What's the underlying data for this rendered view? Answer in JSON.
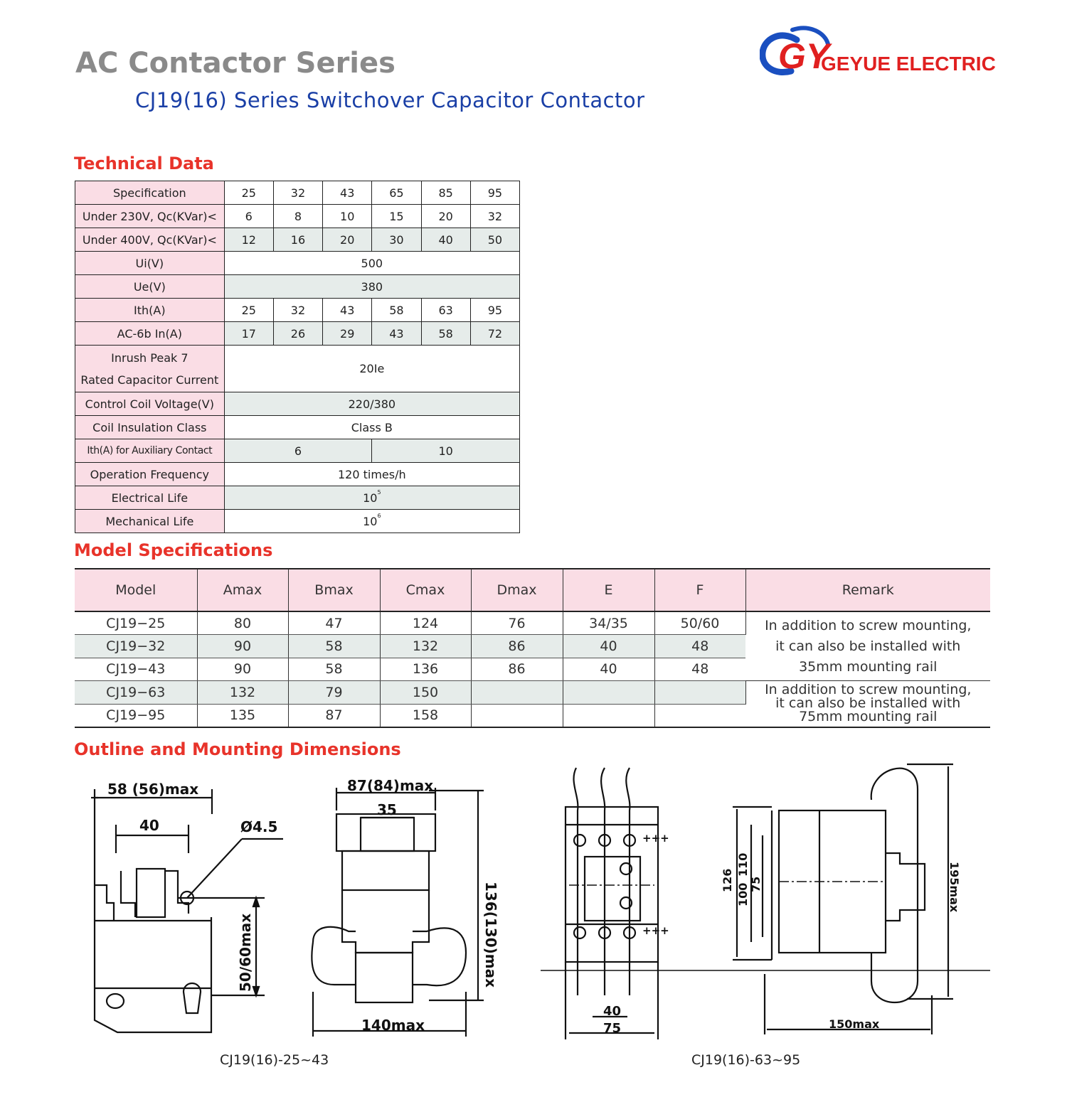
{
  "header": {
    "title": "AC Contactor Series",
    "subtitle": "CJ19(16) Series Switchover Capacitor Contactor",
    "brand_mark": "GY",
    "brand_name": "GEYUE ELECTRIC"
  },
  "colors": {
    "accent_red": "#e8332a",
    "title_gray": "#8a8a8a",
    "subtitle_blue": "#1a3fa6",
    "label_pink": "#fadde5",
    "row_shade": "#e6ecea"
  },
  "technical_data": {
    "heading": "Technical Data",
    "rows": {
      "spec": {
        "label": "Specification",
        "values": [
          "25",
          "32",
          "43",
          "65",
          "85",
          "95"
        ]
      },
      "q230": {
        "label": "Under 230V, Qc(KVar)<",
        "values": [
          "6",
          "8",
          "10",
          "15",
          "20",
          "32"
        ]
      },
      "q400": {
        "label": "Under 400V, Qc(KVar)<",
        "values": [
          "12",
          "16",
          "20",
          "30",
          "40",
          "50"
        ]
      },
      "ui": {
        "label": "Ui(V)",
        "value": "500"
      },
      "ue": {
        "label": "Ue(V)",
        "value": "380"
      },
      "ith": {
        "label": "Ith(A)",
        "values": [
          "25",
          "32",
          "43",
          "58",
          "63",
          "95"
        ]
      },
      "ac6b": {
        "label": "AC-6b In(A)",
        "values": [
          "17",
          "26",
          "29",
          "43",
          "58",
          "72"
        ]
      },
      "inrush": {
        "label_line1": "Inrush Peak 7",
        "label_line2": "Rated Capacitor Current",
        "value": "20Ie"
      },
      "coil_voltage": {
        "label": "Control Coil Voltage(V)",
        "value": "220/380"
      },
      "coil_insulation": {
        "label": "Coil Insulation Class",
        "value": "Class B"
      },
      "aux": {
        "label": "Ith(A) for Auxiliary Contact",
        "values": [
          "6",
          "10"
        ]
      },
      "op_freq": {
        "label": "Operation Frequency",
        "value": "120 times/h"
      },
      "elec_life": {
        "label": "Electrical Life",
        "base": "10",
        "exp": "5"
      },
      "mech_life": {
        "label": "Mechanical Life",
        "base": "10",
        "exp": "6"
      }
    }
  },
  "model_specifications": {
    "heading": "Model Specifications",
    "columns": [
      "Model",
      "Amax",
      "Bmax",
      "Cmax",
      "Dmax",
      "E",
      "F",
      "Remark"
    ],
    "rows": [
      [
        "CJ19−25",
        "80",
        "47",
        "124",
        "76",
        "34/35",
        "50/60"
      ],
      [
        "CJ19−32",
        "90",
        "58",
        "132",
        "86",
        "40",
        "48"
      ],
      [
        "CJ19−43",
        "90",
        "58",
        "136",
        "86",
        "40",
        "48"
      ],
      [
        "CJ19−63",
        "132",
        "79",
        "150",
        "",
        "",
        ""
      ],
      [
        "CJ19−95",
        "135",
        "87",
        "158",
        "",
        "",
        ""
      ]
    ],
    "remark_1": [
      "In addition to screw mounting,",
      "it can also be installed with",
      "35mm mounting rail"
    ],
    "remark_2": [
      "In addition to screw mounting,",
      "it can also be installed with",
      "75mm mounting rail"
    ]
  },
  "outline": {
    "heading": "Outline and Mounting Dimensions",
    "fig1": {
      "dim_width": "58 (56)max",
      "dim_40": "40",
      "dim_hole": "Ø4.5",
      "dim_height": "50/60max"
    },
    "fig2": {
      "dim_width": "87(84)max",
      "dim_35": "35",
      "dim_height": "136(130)max",
      "dim_bottom": "140max"
    },
    "fig3": {
      "dim_40": "40",
      "dim_75": "75",
      "plus": "+++"
    },
    "fig4": {
      "dim_126": "126",
      "dim_100": "100",
      "dim_110": "110",
      "dim_75": "75",
      "dim_195": "195max",
      "dim_150": "150max"
    },
    "caption_left": "CJ19(16)-25~43",
    "caption_right": "CJ19(16)-63~95"
  }
}
